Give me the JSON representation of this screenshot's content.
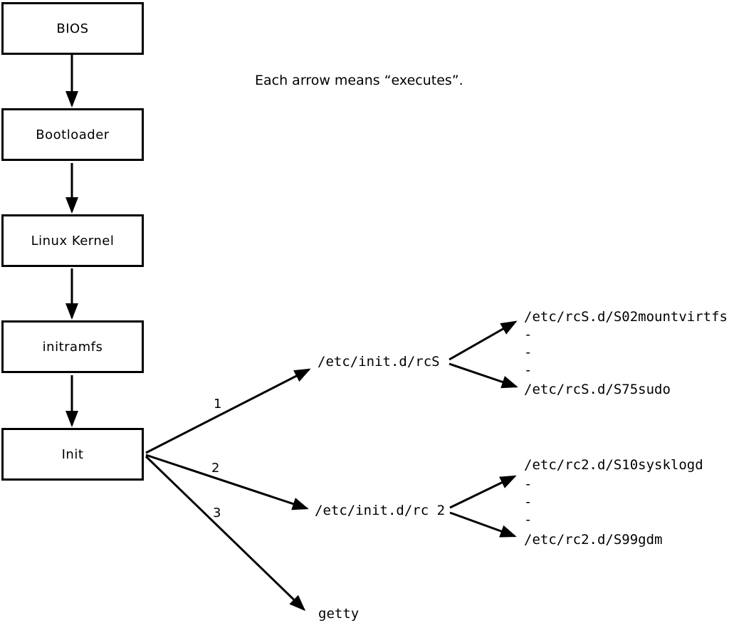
{
  "diagram": {
    "caption": "Each arrow means “executes”.",
    "boot_chain": [
      {
        "label": "BIOS"
      },
      {
        "label": "Bootloader"
      },
      {
        "label": "Linux Kernel"
      },
      {
        "label": "initramfs"
      },
      {
        "label": "Init"
      }
    ],
    "init_branches": [
      {
        "order": "1",
        "target": "/etc/init.d/rcS"
      },
      {
        "order": "2",
        "target": "/etc/init.d/rc 2"
      },
      {
        "order": "3",
        "target": "getty"
      }
    ],
    "rcS_scripts": [
      "/etc/rcS.d/S02mountvirtfs",
      "-",
      "-",
      "-",
      "/etc/rcS.d/S75sudo"
    ],
    "rc2_scripts": [
      "/etc/rc2.d/S10sysklogd",
      "-",
      "-",
      "-",
      "/etc/rc2.d/S99gdm"
    ],
    "colors": {
      "line": "#000000",
      "background": "#ffffff"
    }
  }
}
